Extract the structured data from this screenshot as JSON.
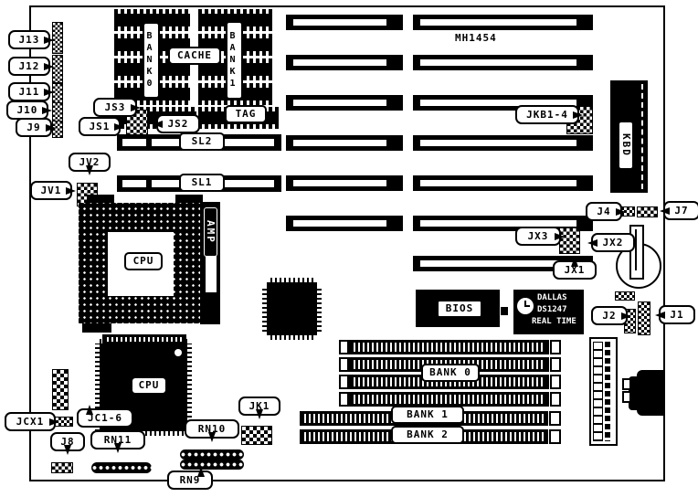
{
  "colors": {
    "ink": "#000000",
    "paper": "#ffffff"
  },
  "board": {
    "model": "MH1454"
  },
  "callouts": {
    "j13": "J13",
    "j12": "J12",
    "j11": "J11",
    "j10": "J10",
    "j9": "J9",
    "js3": "JS3",
    "js1": "JS1",
    "js2": "JS2",
    "jv2": "JV2",
    "jv1": "JV1",
    "jkb14": "JKB1-4",
    "j4": "J4",
    "j7": "J7",
    "jx3": "JX3",
    "jx2": "JX2",
    "jx1": "JX1",
    "j2": "J2",
    "j1": "J1",
    "jcx1": "JCX1",
    "jc16": "JC1-6",
    "j8": "J8",
    "rn11": "RN11",
    "rn10": "RN10",
    "rn9": "RN9",
    "jk1": "JK1"
  },
  "labels": {
    "model": "MH1454",
    "cache": "CACHE",
    "cache_bank0": "BANK0",
    "cache_bank1": "BANK1",
    "tag": "TAG",
    "sl2": "SL2",
    "sl1": "SL1",
    "cpu_socket": "CPU",
    "cpu_chip": "CPU",
    "amp": "AMP",
    "kbd": "KBD",
    "bios": "BIOS",
    "rtc_brand": "DALLAS",
    "rtc_part": "DS1247",
    "rtc_type": "REAL TIME",
    "simm_bank0": "BANK 0",
    "simm_bank1": "BANK 1",
    "simm_bank2": "BANK 2"
  }
}
